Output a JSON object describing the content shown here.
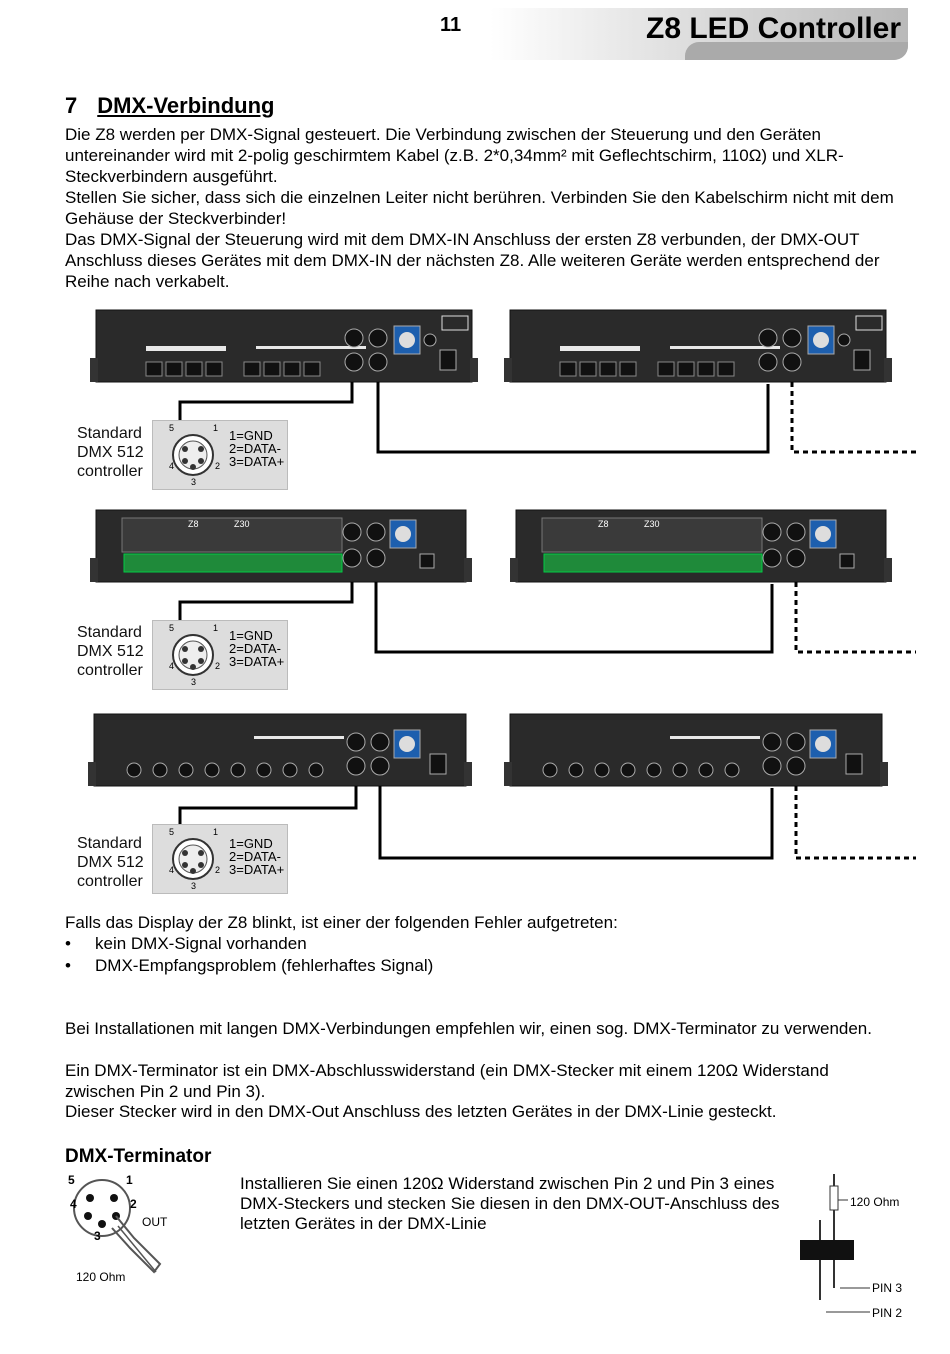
{
  "header": {
    "page_number": "11",
    "title": "Z8 LED Controller"
  },
  "section": {
    "number": "7",
    "title": "DMX-Verbindung"
  },
  "paragraphs": [
    "Die Z8 werden per DMX-Signal gesteuert. Die Verbindung zwischen der Steuerung und den Geräten untereinander wird mit 2-polig geschirmtem Kabel (z.B. 2*0,34mm² mit Geflechtschirm, 110Ω) und XLR-Steckverbindern ausgeführt.",
    "Stellen Sie sicher, dass sich die einzelnen Leiter nicht berühren. Verbinden Sie den Kabelschirm nicht mit dem Gehäuse der Steckverbinder!",
    "Das DMX-Signal der Steuerung wird mit dem DMX-IN Anschluss der ersten Z8 verbunden, der DMX-OUT Anschluss dieses Gerätes mit dem DMX-IN der nächsten Z8. Alle weiteren Geräte werden entsprechend der Reihe nach verkabelt."
  ],
  "controller": {
    "line1": "Standard",
    "line2": "DMX 512",
    "line3": "controller",
    "pin1": "1=GND",
    "pin2": "2=DATA-",
    "pin3": "3=DATA+",
    "n1": "1",
    "n2": "2",
    "n3": "3",
    "n4": "4",
    "n5": "5"
  },
  "device_labels": {
    "z8": "Z8",
    "z30": "Z30"
  },
  "error_intro": "Falls das Display der Z8 blinkt, ist einer der folgenden Fehler aufgetreten:",
  "errors": [
    "kein DMX-Signal vorhanden",
    "DMX-Empfangsproblem (fehlerhaftes Signal)"
  ],
  "install_paragraphs": [
    "Bei Installationen mit langen DMX-Verbindungen empfehlen wir, einen sog. DMX-Terminator zu verwenden.",
    "Ein DMX-Terminator ist ein DMX-Abschlusswiderstand (ein DMX-Stecker mit einem 120Ω Widerstand zwischen Pin 2 und Pin 3).",
    "Dieser Stecker wird in den DMX-Out Anschluss des letzten Gerätes in der DMX-Linie gesteckt."
  ],
  "terminator": {
    "title": "DMX-Terminator",
    "text": "Installieren Sie einen 120Ω Widerstand zwischen Pin 2 und Pin 3 eines DMX-Steckers und stecken Sie diesen in den DMX-OUT-Anschluss des letzten Gerätes in der DMX-Linie",
    "pin5": "5",
    "pin1": "1",
    "pin4": "4",
    "pin2": "2",
    "pin3": "3",
    "out": "OUT",
    "ohm_left": "120 Ohm",
    "ohm_right": "120 Ohm",
    "pin3_label": "PIN 3",
    "pin2_label": "PIN 2"
  }
}
